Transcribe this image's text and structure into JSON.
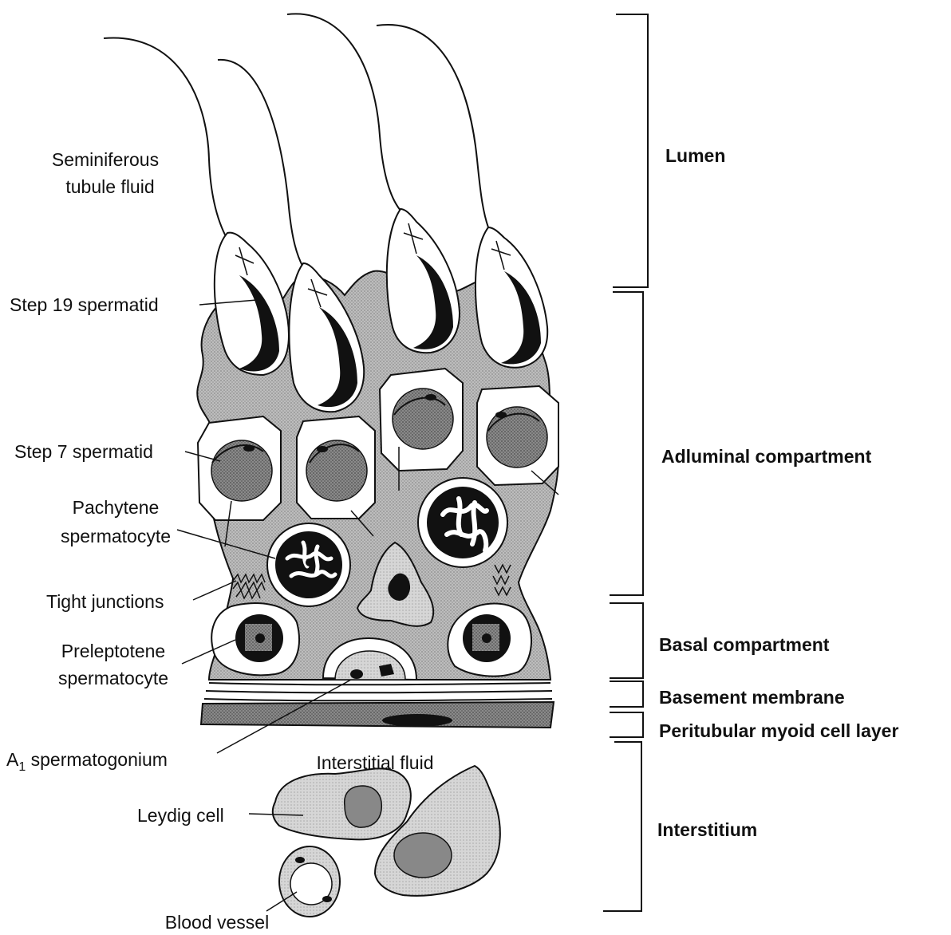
{
  "labels": {
    "seminiferous_fluid": [
      "Seminiferous",
      "tubule fluid"
    ],
    "step19": "Step 19 spermatid",
    "step7": "Step 7 spermatid",
    "pachytene": [
      "Pachytene",
      "spermatocyte"
    ],
    "tight_junctions": "Tight junctions",
    "preleptotene": [
      "Preleptotene",
      "spermatocyte"
    ],
    "a1_prefix": "A",
    "a1_sub": "1",
    "a1_rest": " spermatogonium",
    "interstitial_fluid": "Interstitial fluid",
    "leydig": "Leydig cell",
    "blood_vessel": "Blood vessel"
  },
  "regions": {
    "lumen": "Lumen",
    "adluminal": "Adluminal compartment",
    "basal": "Basal compartment",
    "basement": "Basement membrane",
    "peritubular": "Peritubular myoid cell layer",
    "interstitium": "Interstitium"
  },
  "colors": {
    "ink": "#111111",
    "sertoli": "#b3b3b3",
    "nucleus": "#888888",
    "myoid": "#7a7a7a",
    "leydig": "#cfcfcf",
    "white": "#ffffff"
  }
}
